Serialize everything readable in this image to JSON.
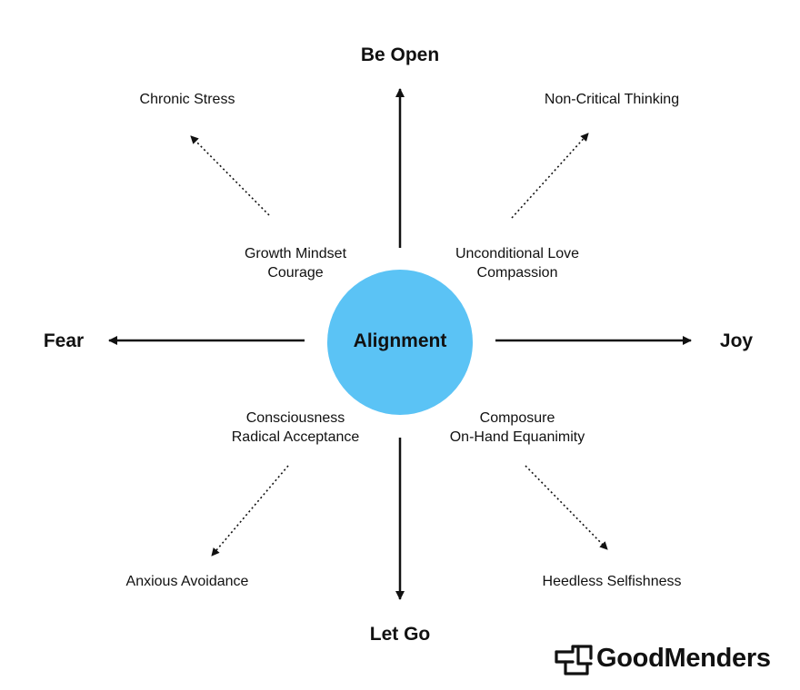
{
  "center": {
    "label": "Alignment",
    "color": "#5bc3f5"
  },
  "poles": {
    "top": "Be Open",
    "bottom": "Let Go",
    "left": "Fear",
    "right": "Joy"
  },
  "quadrants": {
    "top_left": {
      "lines": [
        "Growth Mindset",
        "Courage"
      ],
      "outer": "Chronic Stress"
    },
    "top_right": {
      "lines": [
        "Unconditional Love",
        "Compassion"
      ],
      "outer": "Non-Critical Thinking"
    },
    "bottom_left": {
      "lines": [
        "Consciousness",
        "Radical Acceptance"
      ],
      "outer": "Anxious Avoidance"
    },
    "bottom_right": {
      "lines": [
        "Composure",
        "On-Hand Equanimity"
      ],
      "outer": "Heedless Selfishness"
    }
  },
  "brand": {
    "name": "GoodMenders",
    "icon": "goodmenders-logo-icon"
  }
}
